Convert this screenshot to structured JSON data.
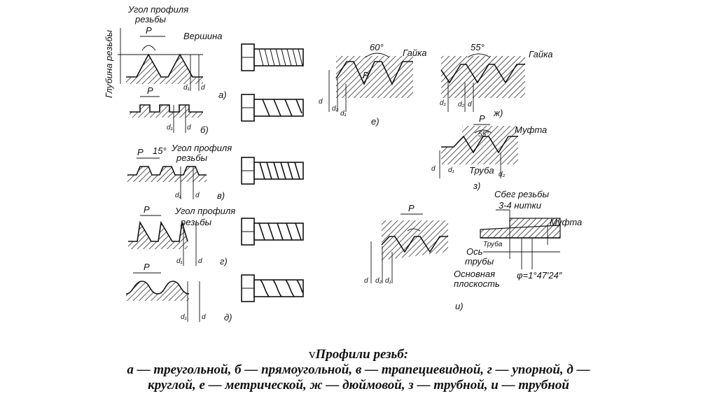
{
  "caption": {
    "mark": "v",
    "title": "Профили резьб:",
    "line1": "а — треугольной, б — прямоугольной, в — трапециевидной, г — упорной, д —",
    "line2": "круглой, е — метрической, ж — дюймовой, з — трубной, и — трубной"
  },
  "labels": {
    "a_profile_angle": "Угол профиля",
    "a_profile_angle2": "резьбы",
    "a_depth": "Глубина резьбы",
    "a_crest": "Вершина",
    "a_letter": "а)",
    "b_letter": "б)",
    "v_angle": "15°",
    "v_profile_angle": "Угол профиля",
    "v_profile_angle2": "резьбы",
    "v_letter": "в)",
    "g_profile_angle": "Угол профиля",
    "g_profile_angle2": "резьбы",
    "g_letter": "г)",
    "d_letter": "д)",
    "e_angle": "60°",
    "e_nut": "Гайка",
    "e_letter": "е)",
    "zh_angle": "55°",
    "zh_nut": "Гайка",
    "zh_letter": "ж)",
    "z_angle": "55°",
    "z_coupling": "Муфта",
    "z_pipe": "Труба",
    "z_letter": "з)",
    "i_runout": "Сбег резьбы",
    "i_threads": "3-4 нитки",
    "i_coupling": "Муфта",
    "i_pipe": "Труба",
    "i_axis": "Ось",
    "i_axis2": "трубы",
    "i_base": "Основная",
    "i_base2": "плоскость",
    "i_phi": "φ=1°47′24″",
    "i_letter": "и)",
    "p": "P",
    "d": "d",
    "d1": "d₁",
    "d2": "d₂"
  }
}
